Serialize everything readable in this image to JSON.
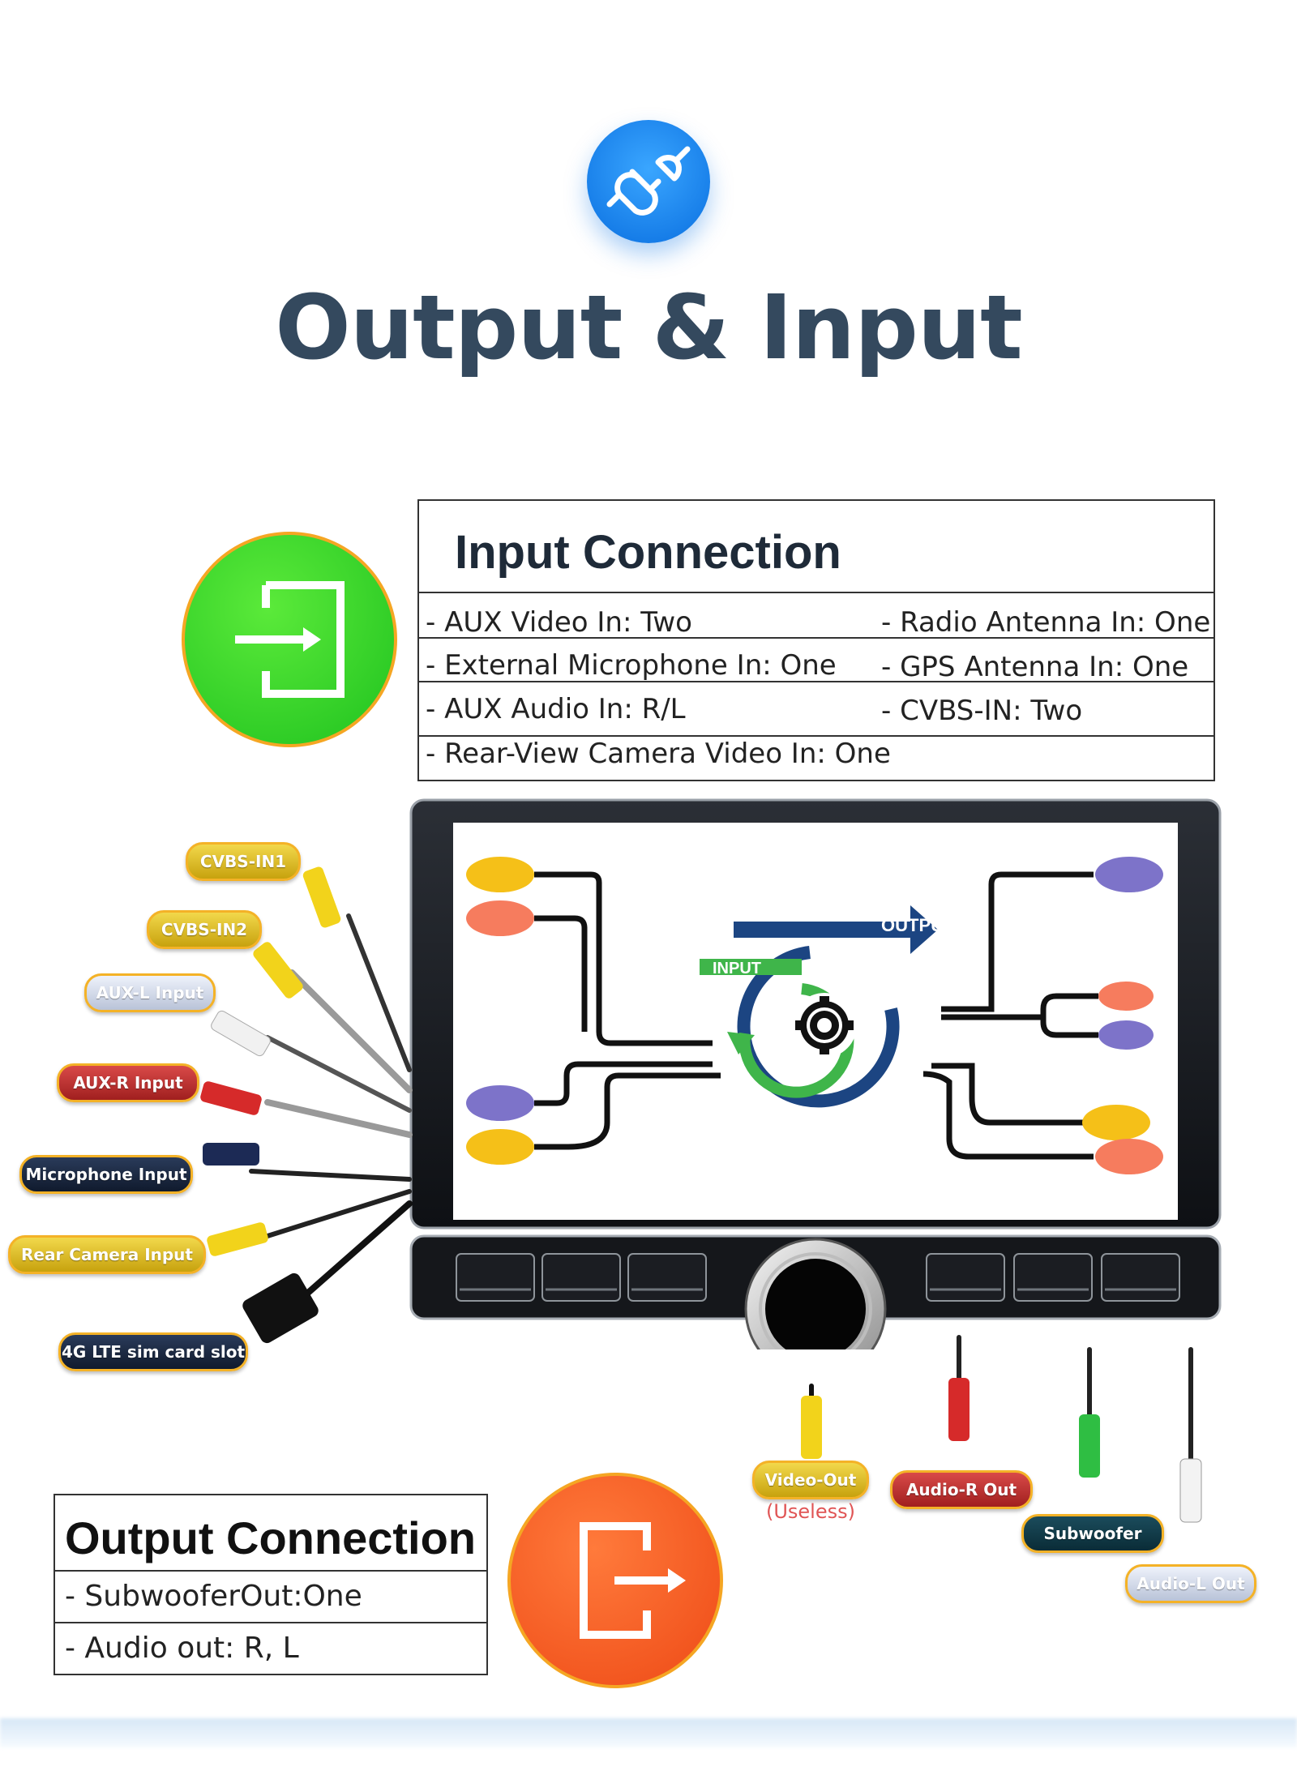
{
  "page": {
    "title": "Output & Input"
  },
  "input_connection": {
    "heading": "Input Connection",
    "rows": [
      {
        "left": "- AUX Video In: Two",
        "right": "- Radio Antenna In: One"
      },
      {
        "left": "- External Microphone In: One",
        "right": "- GPS Antenna In: One"
      },
      {
        "left": "- AUX Audio In: R/L",
        "right": "- CVBS-IN: Two"
      },
      {
        "left": "- Rear-View Camera Video In: One",
        "right": ""
      }
    ]
  },
  "output_connection": {
    "heading": "Output Connection",
    "rows": [
      "- SubwooferOut:One",
      "- Audio out: R, L"
    ]
  },
  "screen": {
    "output_label": "OUTPUT",
    "input_label": "INPUT"
  },
  "input_labels": {
    "cvbs1": "CVBS-IN1",
    "cvbs2": "CVBS-IN2",
    "aux_l": "AUX-L Input",
    "aux_r": "AUX-R Input",
    "mic": "Microphone Input",
    "rear_cam": "Rear Camera Input",
    "sim": "4G LTE sim card slot"
  },
  "output_labels": {
    "video_out": "Video-Out",
    "video_out_note": "(Useless)",
    "audio_r": "Audio-R Out",
    "subwoofer": "Subwoofer",
    "audio_l": "Audio-L Out"
  },
  "icons": {
    "top": "plug-icon",
    "input": "login-arrow-icon",
    "output": "logout-arrow-icon",
    "screen_center": "gear-icon"
  },
  "colors": {
    "title": "#34495e",
    "input_circle": "#2ecc2e",
    "output_circle": "#f15a22",
    "accent_blue": "#0a74e6"
  }
}
